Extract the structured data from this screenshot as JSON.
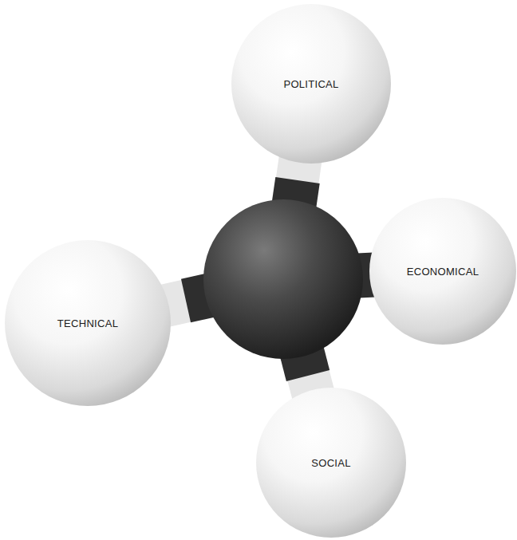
{
  "diagram": {
    "nodes": [
      {
        "text": [
          "POLITICAL"
        ]
      },
      {
        "text": [
          "ECONOMICAL"
        ]
      },
      {
        "text": [
          "TECHNICAL"
        ]
      },
      {
        "text": [
          "SOCIAL"
        ]
      }
    ]
  }
}
